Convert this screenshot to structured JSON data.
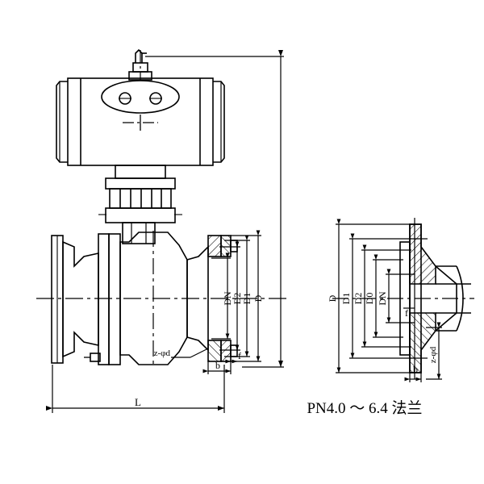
{
  "drawing": {
    "title": "Pneumatic actuated ball valve assembly drawing",
    "background_color": "#ffffff",
    "line_color": "#000000"
  },
  "caption": {
    "flange_note": "PN4.0 ～ 6.4 法兰"
  },
  "main_view": {
    "name": "pneumatic-ball-valve-assembly",
    "dimensions": {
      "length_label": "L",
      "bore_label": "DN",
      "d2_label": "D2",
      "d1_label": "D1",
      "d_label": "D",
      "flange_thickness_label": "b",
      "raised_face_label": "f",
      "bolt_note": "z-φd"
    }
  },
  "flange_detail": {
    "name": "pn40-64-flange-detail",
    "dimensions": {
      "d_label": "D",
      "d1_label": "D1",
      "d2_label": "D2",
      "d0_label": "D0",
      "dn_label": "DN",
      "raised_face_label": "f",
      "thickness_label": "b",
      "bolt_note": "z-φd"
    }
  }
}
